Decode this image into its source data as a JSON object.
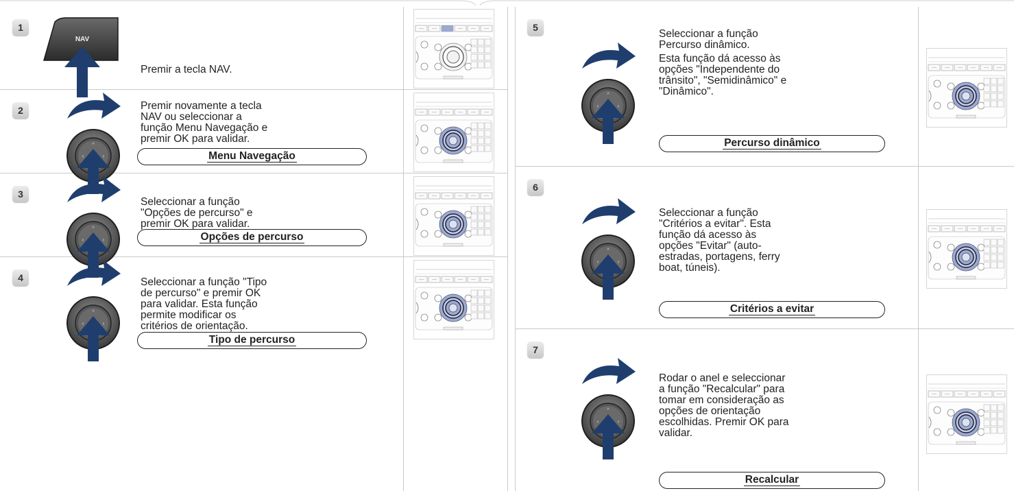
{
  "nav_key_label": "NAV",
  "ok_key_label": "OK",
  "left_steps": [
    {
      "number": "1",
      "text": [
        "Premir a tecla NAV."
      ],
      "menu_label": ""
    },
    {
      "number": "2",
      "text": [
        "Premir novamente a tecla NAV ou seleccionar a função Menu Navegação e premir OK para validar."
      ],
      "menu_label": "Menu Navegação"
    },
    {
      "number": "3",
      "text": [
        "Seleccionar a função \"Opções de percurso\" e premir OK para validar."
      ],
      "menu_label": "Opções de percurso"
    },
    {
      "number": "4",
      "text": [
        "Seleccionar a função \"Tipo de percurso\" e premir OK para validar. Esta função permite modificar os critérios de orientação."
      ],
      "menu_label": "Tipo de percurso"
    }
  ],
  "right_steps": [
    {
      "number": "5",
      "text": [
        "Seleccionar a função Percurso dinâmico.",
        "Esta função dá acesso às opções \"Independente do trânsito\", \"Semidinâmico\" e \"Dinâmico\"."
      ],
      "menu_label": "Percurso dinâmico"
    },
    {
      "number": "6",
      "text": [
        "Seleccionar a função \"Critérios a evitar\". Esta função dá acesso às opções \"Evitar\" (auto-estradas, portagens, ferry boat, túneis)."
      ],
      "menu_label": "Critérios a evitar"
    },
    {
      "number": "7",
      "text": [
        "Rodar o anel e seleccionar a função \"Recalcular\" para tomar em consideração as opções de orientação escolhidas. Premir OK para validar."
      ],
      "menu_label": "Recalcular"
    }
  ],
  "colors": {
    "arrow_blue": "#1f3e6e",
    "highlight_blue": "#9aaad4",
    "border_grey": "#c9c9c9",
    "badge_grey": "#d6d6d6"
  },
  "icons": [
    "nav-key-icon",
    "rotary-knob-icon",
    "curved-arrow-icon",
    "push-arrow-icon",
    "console-thumbnail"
  ]
}
